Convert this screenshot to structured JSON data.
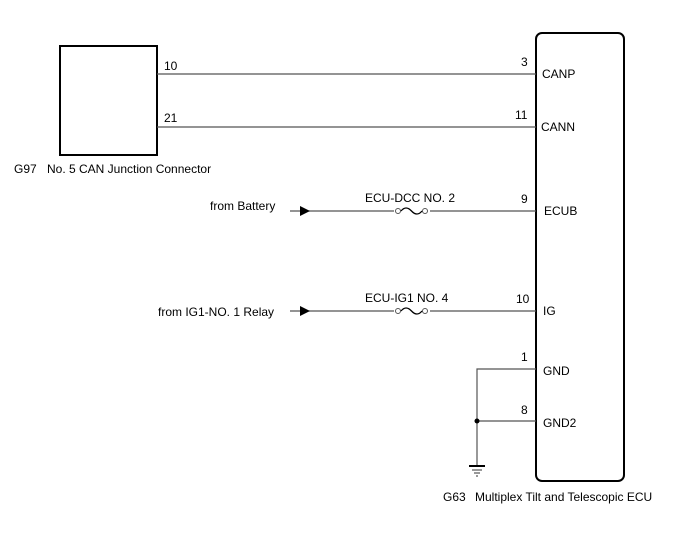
{
  "junction_connector": {
    "code": "G97",
    "name": "No. 5 CAN Junction Connector",
    "pins": [
      {
        "pin": "10",
        "signal": "CANP"
      },
      {
        "pin": "21",
        "signal": "CANN"
      }
    ]
  },
  "ecu": {
    "code": "G63",
    "name": "Multiplex Tilt and Telescopic ECU",
    "pins": [
      {
        "pin": "3",
        "label": "CANP"
      },
      {
        "pin": "11",
        "label": "CANN"
      },
      {
        "pin": "9",
        "label": "ECUB"
      },
      {
        "pin": "10",
        "label": "IG"
      },
      {
        "pin": "1",
        "label": "GND"
      },
      {
        "pin": "8",
        "label": "GND2"
      }
    ]
  },
  "power_sources": [
    {
      "source": "from Battery",
      "fuse": "ECU-DCC NO. 2"
    },
    {
      "source": "from IG1-NO. 1 Relay",
      "fuse": "ECU-IG1 NO. 4"
    }
  ],
  "ground": {
    "symbol": "ground-icon"
  }
}
